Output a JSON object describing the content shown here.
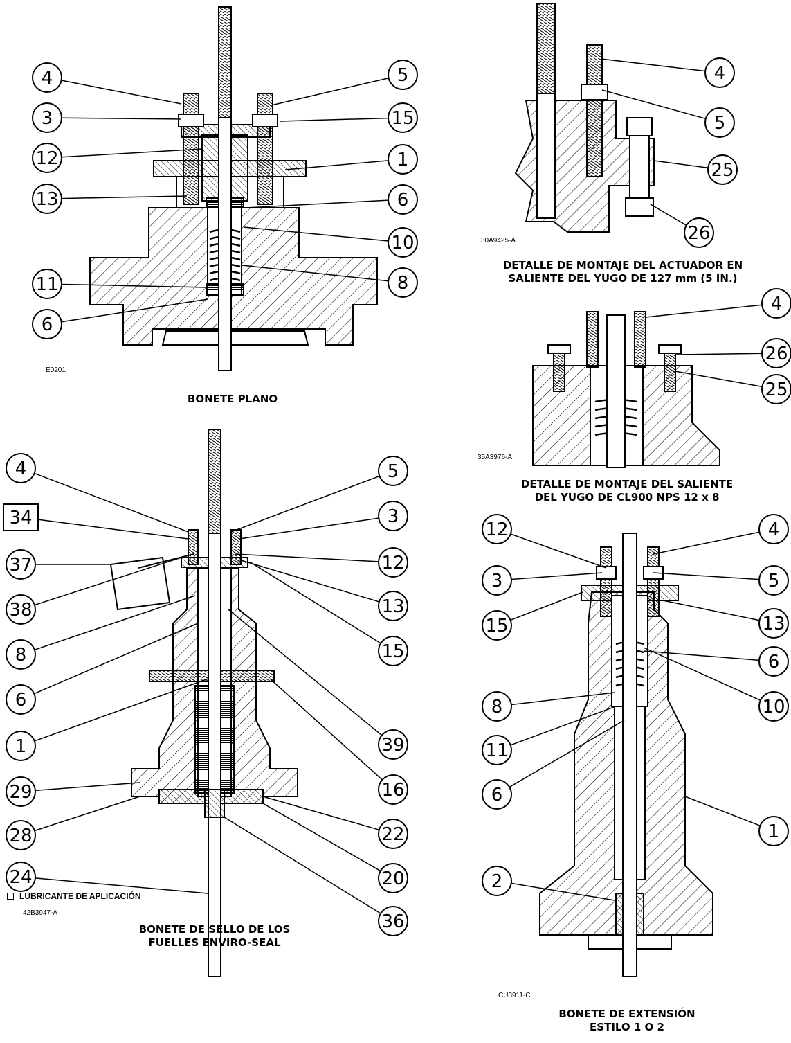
{
  "figures": {
    "flat": {
      "caption": "BONETE PLANO",
      "code": "E0201",
      "callouts_left": [
        "4",
        "3",
        "12",
        "13",
        "11",
        "6"
      ],
      "callouts_right": [
        "5",
        "15",
        "1",
        "6",
        "10",
        "8"
      ]
    },
    "yoke127": {
      "caption_l1": "DETALLE DE MONTAJE DEL ACTUADOR EN",
      "caption_l2": "SALIENTE DEL YUGO DE 127 mm (5 IN.)",
      "code": "30A9425-A",
      "callouts": [
        "4",
        "5",
        "25",
        "26"
      ]
    },
    "cl900": {
      "caption_l1": "DETALLE DE MONTAJE DEL SALIENTE",
      "caption_l2": "DEL YUGO DE CL900 NPS 12 x 8",
      "code": "35A3976-A",
      "callouts": [
        "4",
        "26",
        "25"
      ]
    },
    "bellows": {
      "caption_l1": "BONETE DE SELLO DE LOS",
      "caption_l2": "FUELLES ENVIRO-SEAL",
      "code": "42B3947-A",
      "legend": "LUBRICANTE DE APLICACIÓN",
      "callouts_left": [
        "4",
        "34",
        "37",
        "38",
        "8",
        "6",
        "1",
        "29",
        "28",
        "24"
      ],
      "callouts_right": [
        "5",
        "3",
        "12",
        "13",
        "15",
        "39",
        "16",
        "22",
        "20",
        "36"
      ]
    },
    "extension": {
      "caption_l1": "BONETE DE EXTENSIÓN",
      "caption_l2": "ESTILO 1 O 2",
      "code": "CU3911-C",
      "callouts_left": [
        "12",
        "3",
        "15",
        "8",
        "11",
        "6",
        "2"
      ],
      "callouts_right": [
        "4",
        "5",
        "13",
        "6",
        "10",
        "1"
      ]
    }
  }
}
